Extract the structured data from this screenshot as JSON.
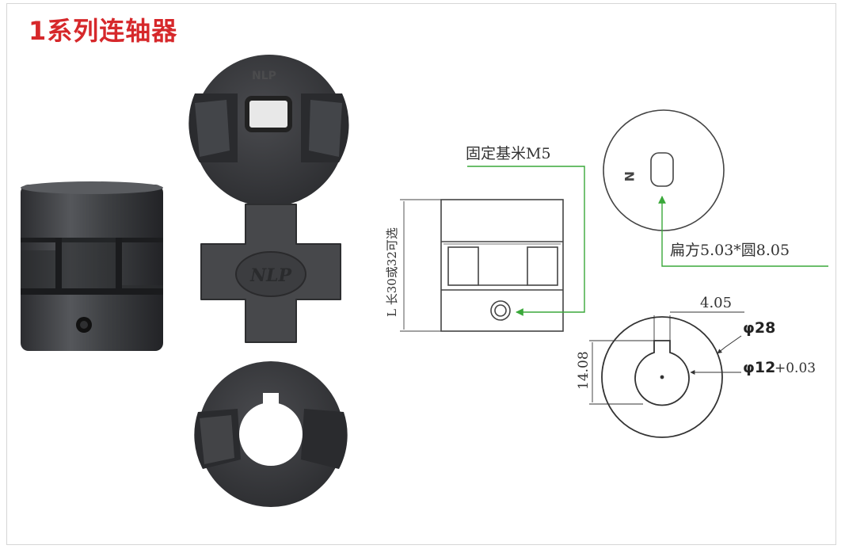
{
  "title": "1系列连轴器",
  "photo": {
    "spider_logo": "NLP",
    "top_jaw_embossed": "NLP"
  },
  "drawing": {
    "set_screw_label": "固定基米M5",
    "length_label": "L 长30或32可选",
    "d_flat_label": "扁方5.03*圆8.05",
    "d_orientation_mark": "N",
    "keyway_width": "4.05",
    "outer_diameter": "φ28",
    "bore_diameter": "φ12",
    "bore_tolerance": "+0.03",
    "keyway_depth": "14.08"
  },
  "colors": {
    "title": "#d6282b",
    "leader": "#3aa83a",
    "line": "#444444",
    "metal": "#3c3d40"
  }
}
